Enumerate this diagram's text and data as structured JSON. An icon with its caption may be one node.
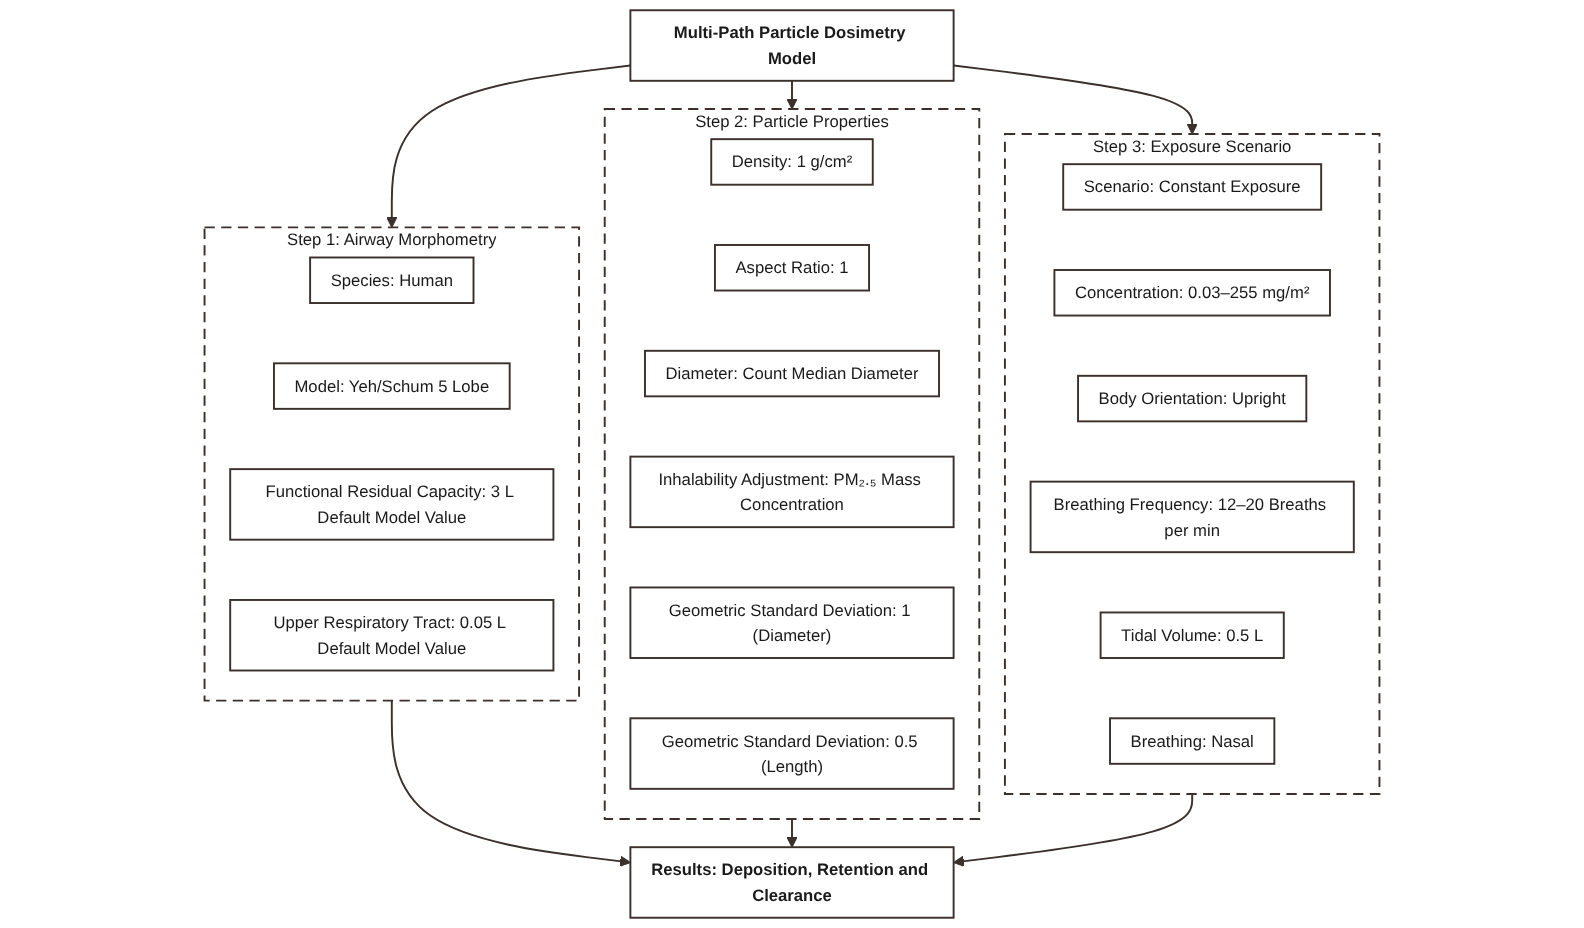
{
  "diagram": {
    "nodes": [
      {
        "text": [
          "Multi-Path Particle Dosimetry Model"
        ]
      },
      {
        "text": [
          "Step 1: Airway Morphometry"
        ]
      },
      {
        "text": [
          "Species: Human"
        ],
        "in": 1
      },
      {
        "text": [
          "Model: Yeh/Schum 5 Lobe"
        ],
        "in": 1
      },
      {
        "text": [
          "Functional Residual Capacity: 3 L Default Model Value"
        ],
        "in": 1
      },
      {
        "text": [
          "Upper Respiratory Tract: 0.05 L Default Model Value"
        ],
        "in": 1
      },
      {
        "text": [
          "Step 2: Particle Properties"
        ]
      },
      {
        "text": [
          "Density: 1 g/cm²"
        ],
        "in": 6
      },
      {
        "text": [
          "Aspect Ratio: 1"
        ],
        "in": 6
      },
      {
        "text": [
          "Diameter: Count Median Diameter"
        ],
        "in": 6
      },
      {
        "text": [
          "Inhalability Adjustment: PM₂.₅ Mass Concentration"
        ],
        "in": 6
      },
      {
        "text": [
          "Geometric Standard Deviation: 1 (Diameter)"
        ],
        "in": 6
      },
      {
        "text": [
          "Geometric Standard Deviation: 0.5 (Length)"
        ],
        "in": 6
      },
      {
        "text": [
          "Step 3: Exposure Scenario"
        ]
      },
      {
        "text": [
          "Scenario: Constant Exposure"
        ],
        "in": 13
      },
      {
        "text": [
          "Concentration: 0.03–255 mg/m²"
        ],
        "in": 13
      },
      {
        "text": [
          "Body Orientation: Upright"
        ],
        "in": 13
      },
      {
        "text": [
          "Breathing Frequency: 12–20 Breaths per min"
        ],
        "in": 13
      },
      {
        "text": [
          "Tidal Volume: 0.5 L"
        ],
        "in": 13
      },
      {
        "text": [
          "Breathing: Nasal"
        ],
        "in": 13
      },
      {
        "text": [
          "Results: Deposition, Retention and Clearance"
        ]
      }
    ],
    "edges": [
      {
        "from": 0,
        "to": 1,
        "arrow": "to"
      },
      {
        "from": 0,
        "to": 6,
        "arrow": "to"
      },
      {
        "from": 0,
        "to": 13,
        "arrow": "to"
      },
      {
        "from": 1,
        "to": 20,
        "arrow": "to"
      },
      {
        "from": 6,
        "to": 20,
        "arrow": "to"
      },
      {
        "from": 13,
        "to": 20,
        "arrow": "to"
      }
    ]
  }
}
